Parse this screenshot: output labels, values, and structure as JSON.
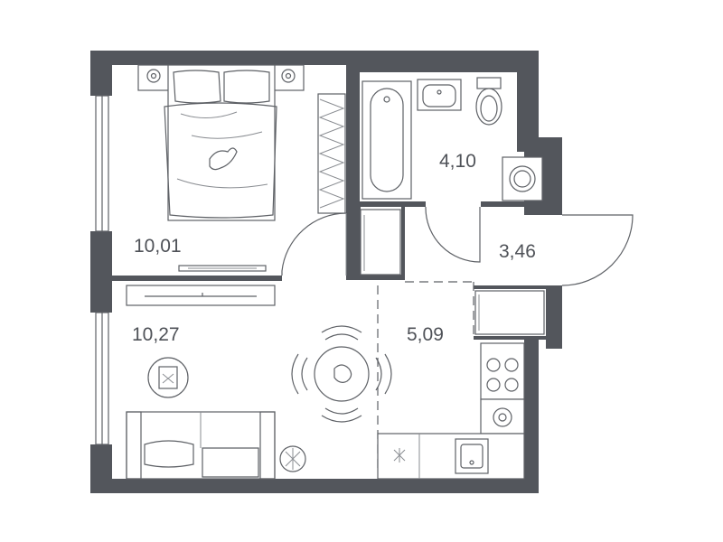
{
  "colors": {
    "wall": "#53565c",
    "line": "#5e6166",
    "text": "#4f5258",
    "background": "#ffffff"
  },
  "rooms": [
    {
      "id": "bedroom",
      "area": "10,01"
    },
    {
      "id": "bathroom",
      "area": "4,10"
    },
    {
      "id": "hallway",
      "area": "3,46"
    },
    {
      "id": "living",
      "area": "10,27"
    },
    {
      "id": "kitchen",
      "area": "5,09"
    }
  ],
  "icons": [
    "bed-icon",
    "toilet-icon",
    "sink-icon",
    "bathtub-icon",
    "washing-machine-icon",
    "dining-table-icon",
    "stove-icon",
    "sofa-icon",
    "wardrobe-icon",
    "radiator-icon"
  ]
}
